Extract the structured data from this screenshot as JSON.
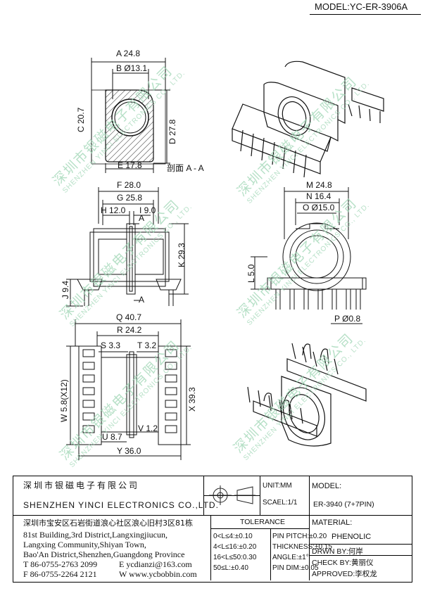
{
  "header": {
    "model": "MODEL:YC-ER-3906A"
  },
  "dimensions": {
    "A": "A 24.8",
    "B": "B Ø13.1",
    "C": "C 20.7",
    "D": "D 27.8",
    "E": "E 17.8",
    "section": "剖面 A - A",
    "F": "F 28.0",
    "G": "G 25.8",
    "H": "H 12.0",
    "I": "I 9.0",
    "J": "J 9.4",
    "K": "K 29.3",
    "M": "M 24.8",
    "N": "N 16.4",
    "O": "O Ø15.0",
    "L": "L 5.0",
    "P": "P Ø0.8",
    "Q": "Q 40.7",
    "R": "R 24.2",
    "S": "S 3.3",
    "T": "T 3.2",
    "W": "W 5.8(X12)",
    "X": "X 39.3",
    "U": "U 8.7",
    "V": "V 1.2",
    "Y": "Y 36.0",
    "arrow_a_top": "A",
    "arrow_a_bottom": "A"
  },
  "watermark": {
    "zh": "深圳市银磁电子有限公司",
    "en": "SHENZHEN YINCI ELECTRONICS CO., LTD."
  },
  "title_block": {
    "company_zh": "深圳市银磁电子有限公司",
    "company_en": "SHENZHEN YINCI ELECTRONICS CO.,LTD.",
    "unit": "UNIT:MM",
    "scale": "SCAEL:1/1",
    "model_label": "MODEL:",
    "model_value": "ER-3940 (7+7PIN)",
    "address_zh": "深圳市宝安区石岩街道浪心社区浪心旧村3区81栋",
    "address_en_1": "81st Building,3rd District,Langxingjiucun,",
    "address_en_2": "Langxing Community,Shiyan Town,",
    "address_en_3": "Bao'An District,Shenzhen,Guangdong Province",
    "tel": "T 86-0755-2763 2099",
    "email": "E ycdianzi@163.com",
    "fax": "F 86-0755-2264 2121",
    "web": "W www.ycbobbin.com",
    "tolerance_title": "TOLERANCE",
    "tol": [
      "0<L≤4:±0.10",
      "4<L≤16:±0.20",
      "16<L≤50:0.30",
      "50≤L:±0.40"
    ],
    "spec": [
      "PIN PITCH:±0.20",
      "THICKNESS:±0.15",
      "ANGLE:±1°",
      "PIN DIM:±0.05"
    ],
    "material_label": "MATERIAL:",
    "material_value": "PHENOLIC",
    "drawn": "DRWN BY:何岸",
    "check": "CHECK BY:黄丽仪",
    "approved": "APPROVED:李权龙"
  }
}
